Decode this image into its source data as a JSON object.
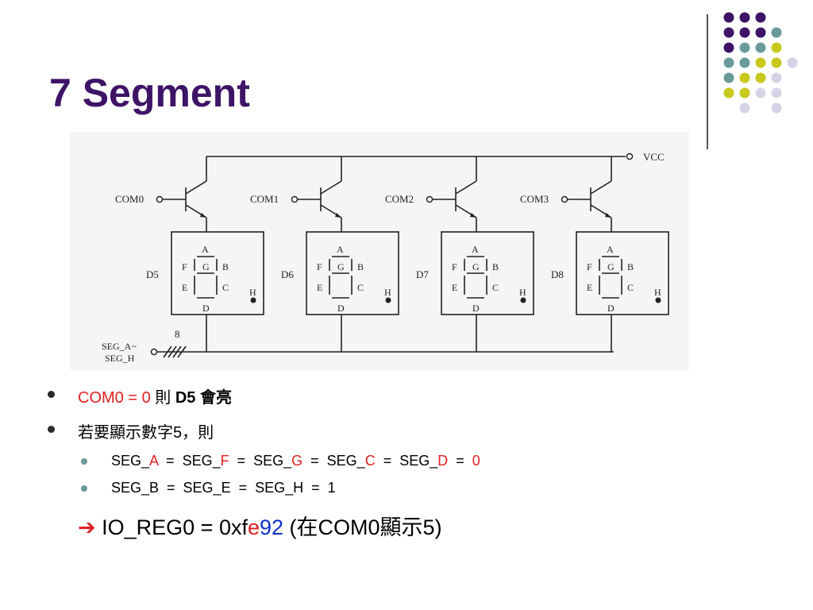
{
  "slide": {
    "title": "7 Segment"
  },
  "theme": {
    "title_color": "#3d1466",
    "accent_red": "#e02020",
    "accent_blue": "#1030c8",
    "dot_colors": [
      "#3d1466",
      "#6b9a9a",
      "#c8c81e",
      "#d4d4e6"
    ]
  },
  "circuit": {
    "vcc_label": "VCC",
    "com_labels": [
      "COM0",
      "COM1",
      "COM2",
      "COM3"
    ],
    "digit_labels": [
      "D5",
      "D6",
      "D7",
      "D8"
    ],
    "segment_letters": {
      "a": "A",
      "b": "B",
      "c": "C",
      "d": "D",
      "e": "E",
      "f": "F",
      "g": "G",
      "h": "H"
    },
    "bus_width": "8",
    "bus_label_line1": "SEG_A~",
    "bus_label_line2": "SEG_H"
  },
  "bullets": {
    "b1": {
      "com": "COM0",
      "eq": " = 0",
      "ze": " 則 ",
      "d5": "D5",
      "lit": " 會亮"
    },
    "b2": {
      "text": "若要顯示數字5，則"
    },
    "sub1": {
      "p1": "SEG_",
      "a": "A",
      "p2": "  =  SEG_",
      "f": "F",
      "p3": "  =  SEG_",
      "g": "G",
      "p4": "  =  SEG_",
      "c": "C",
      "p5": "  =  SEG_",
      "d": "D",
      "p6": "  =  ",
      "zero": "0"
    },
    "sub2": {
      "text": "SEG_B  =  SEG_E  =  SEG_H  =  1"
    },
    "reg": {
      "arrow": "➔",
      "p1": " IO_REG0 = 0xf",
      "e": "e",
      "n92": "92",
      "p2": " (在COM0顯示5)"
    }
  }
}
